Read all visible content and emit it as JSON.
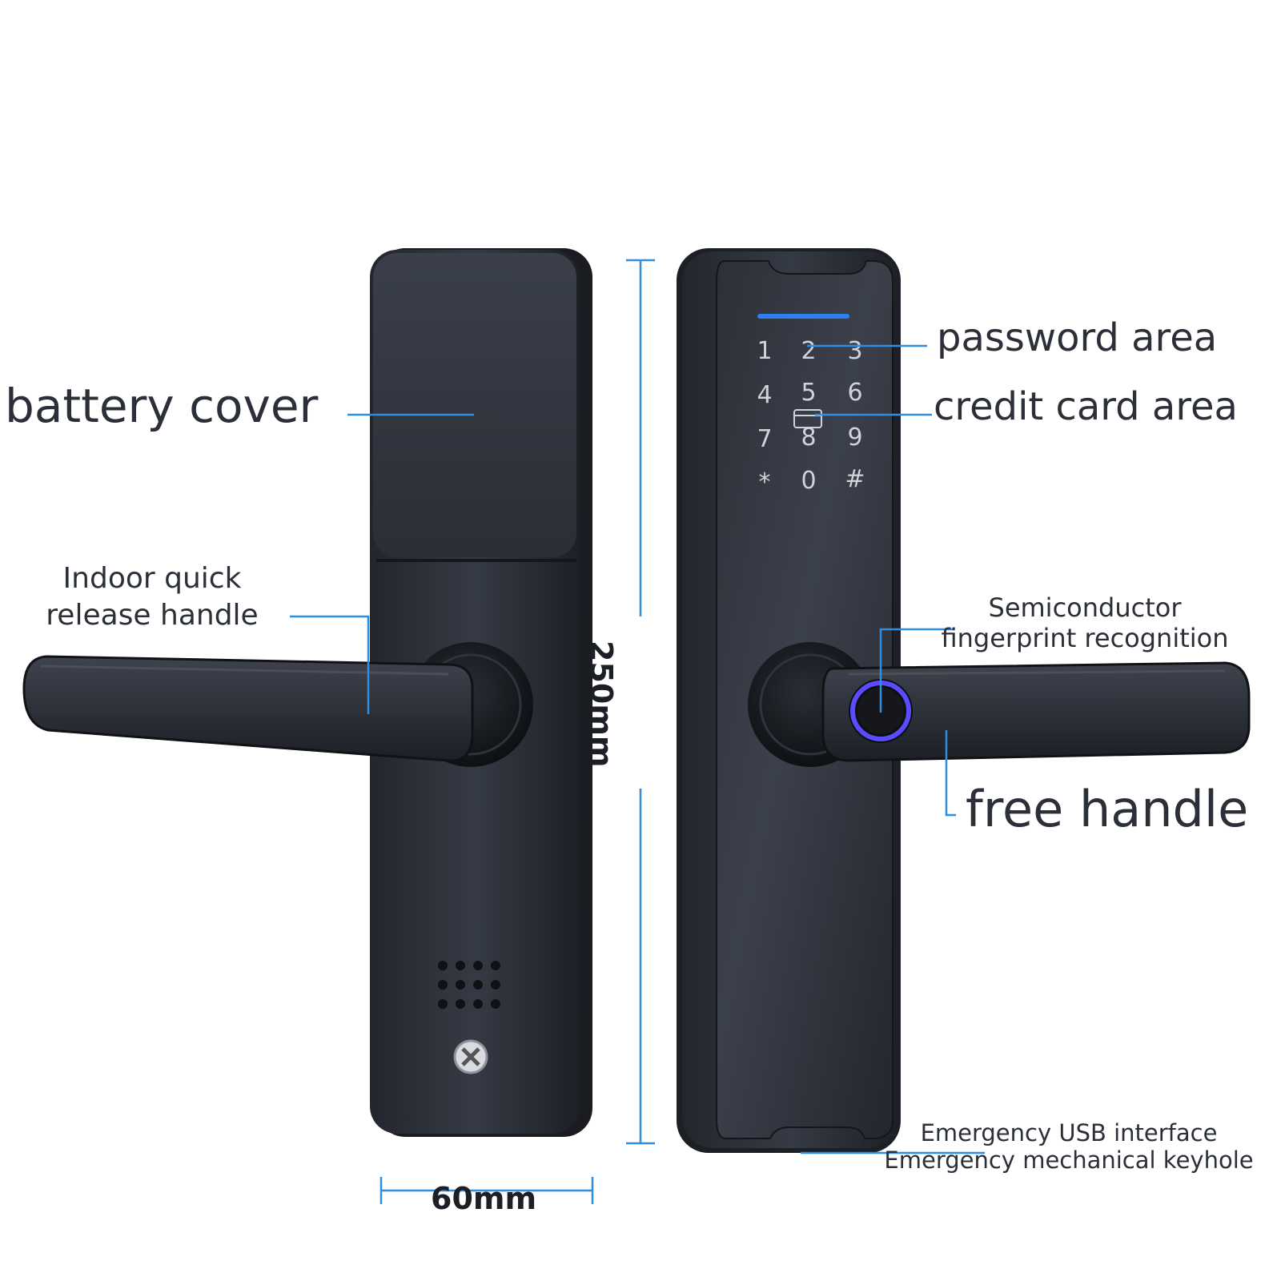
{
  "labels": {
    "password_area": "password area",
    "credit_card_area": "credit card area",
    "battery_cover": "battery cover",
    "indoor_line1": "Indoor quick",
    "indoor_line2": "release handle",
    "fingerprint_line1": "Semiconductor",
    "fingerprint_line2": "fingerprint recognition",
    "free_handle": "free handle",
    "usb_line1": "Emergency USB interface",
    "usb_line2": "Emergency mechanical keyhole"
  },
  "dimensions": {
    "width": "60mm",
    "height": "250mm"
  },
  "keypad": {
    "keys": [
      "1",
      "2",
      "3",
      "4",
      "5",
      "6",
      "7",
      "8",
      "9",
      "*",
      "0",
      "#"
    ]
  },
  "colors": {
    "leader_line": "#2f8ee0",
    "device_body": "#2e323b",
    "fingerprint_ring": "#5a4bff"
  }
}
